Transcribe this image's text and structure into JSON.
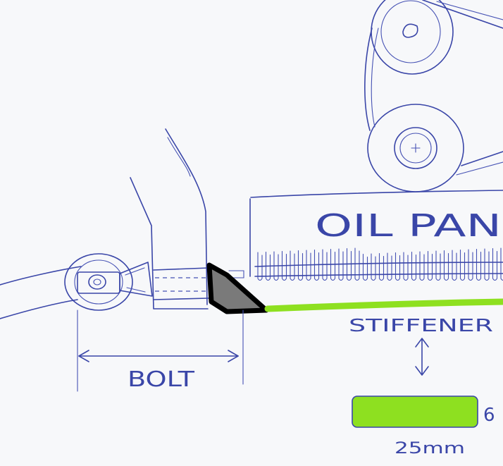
{
  "labels": {
    "oil_pan": "OIL PAN",
    "stiffener": "STIFFENER",
    "bolt": "BOLT",
    "width": "25mm",
    "thickness": "6"
  },
  "colors": {
    "ink": "#3a46a8",
    "paper": "#f7f8fa",
    "stiffener_green": "#8ee020",
    "wedge_fill": "#7a7a7a",
    "wedge_outline": "#000000"
  }
}
